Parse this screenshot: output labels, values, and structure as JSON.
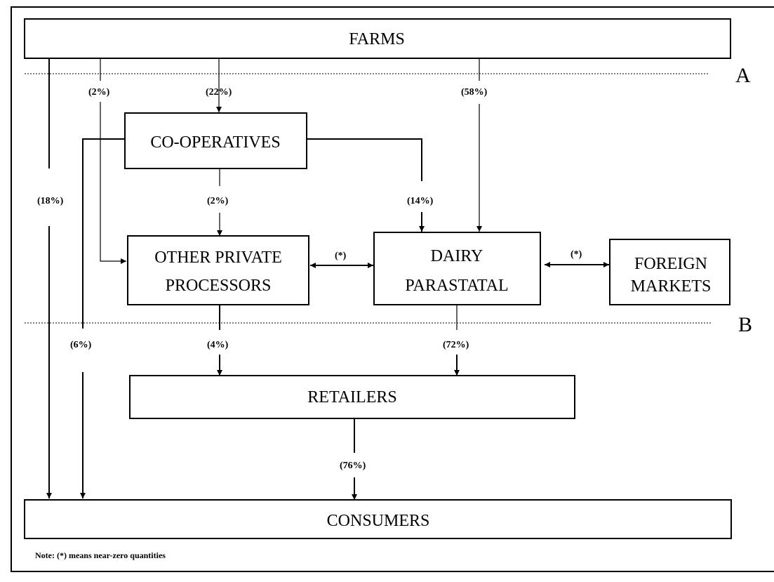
{
  "diagram": {
    "nodes": {
      "farms": "FARMS",
      "cooperatives": "CO-OPERATIVES",
      "other_private_line1": "OTHER PRIVATE",
      "other_private_line2": "PROCESSORS",
      "dairy_line1": "DAIRY",
      "dairy_line2": "PARASTATAL",
      "foreign_line1": "FOREIGN",
      "foreign_line2": "MARKETS",
      "retailers": "RETAILERS",
      "consumers": "CONSUMERS"
    },
    "zones": {
      "a": "A",
      "b": "B"
    },
    "flows": {
      "farms_to_consumers": "(18%)",
      "farms_to_other_private": "(2%)",
      "farms_to_cooperatives": "(22%)",
      "farms_to_dairy": "(58%)",
      "coop_to_other_private": "(2%)",
      "coop_to_dairy": "(14%)",
      "coop_to_consumers": "(6%)",
      "other_private_dairy": "(*)",
      "dairy_foreign": "(*)",
      "other_private_to_retailers": "(4%)",
      "dairy_to_retailers": "(72%)",
      "retailers_to_consumers": "(76%)"
    },
    "note": "Note: (*) means near-zero quantities"
  }
}
